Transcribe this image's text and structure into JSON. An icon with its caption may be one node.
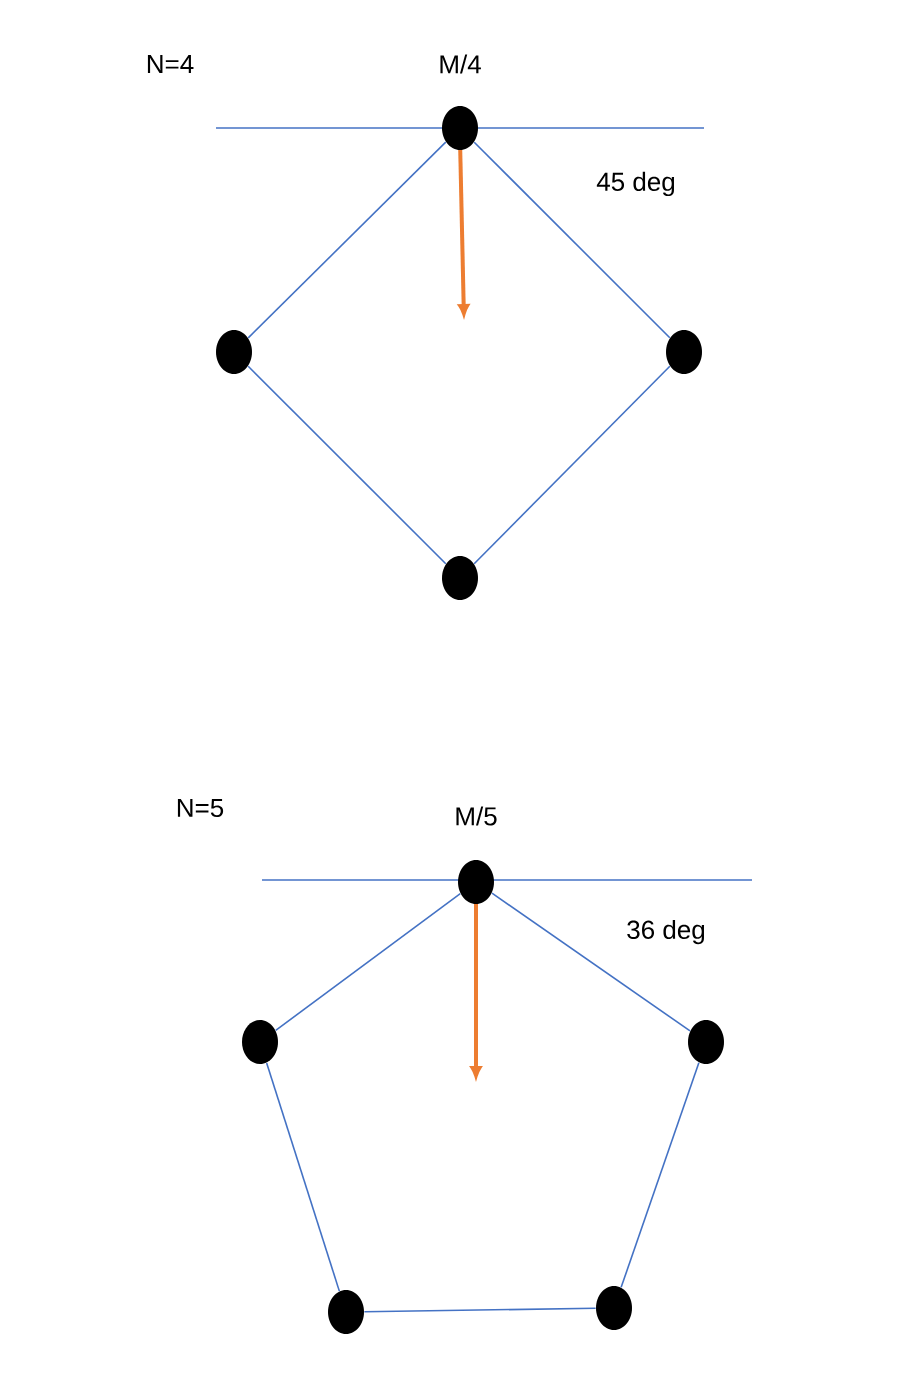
{
  "diagram": {
    "nodes": [
      {
        "text": [],
        "shape": "circle"
      },
      {
        "text": [],
        "shape": "circle"
      },
      {
        "text": [],
        "shape": "circle"
      },
      {
        "text": [],
        "shape": "circle"
      },
      {
        "text": [],
        "shape": "circle"
      },
      {
        "text": [],
        "shape": "circle"
      },
      {
        "text": [],
        "shape": "circle"
      },
      {
        "text": [],
        "shape": "circle"
      },
      {
        "text": [],
        "shape": "circle"
      }
    ],
    "edges": [
      {
        "from": 0,
        "to": 1,
        "arrow": "none"
      },
      {
        "from": 0,
        "to": 2,
        "arrow": "none"
      },
      {
        "from": 1,
        "to": 3,
        "arrow": "none"
      },
      {
        "from": 2,
        "to": 3,
        "arrow": "none"
      },
      {
        "from": 4,
        "to": 5,
        "arrow": "none"
      },
      {
        "from": 4,
        "to": 6,
        "arrow": "none"
      },
      {
        "from": 5,
        "to": 7,
        "arrow": "none"
      },
      {
        "from": 6,
        "to": 8,
        "arrow": "none"
      },
      {
        "from": 7,
        "to": 8,
        "arrow": "none"
      }
    ],
    "labels": [
      "N=4",
      "M/4",
      "45 deg",
      "N=5",
      "M/5",
      "36 deg"
    ]
  }
}
